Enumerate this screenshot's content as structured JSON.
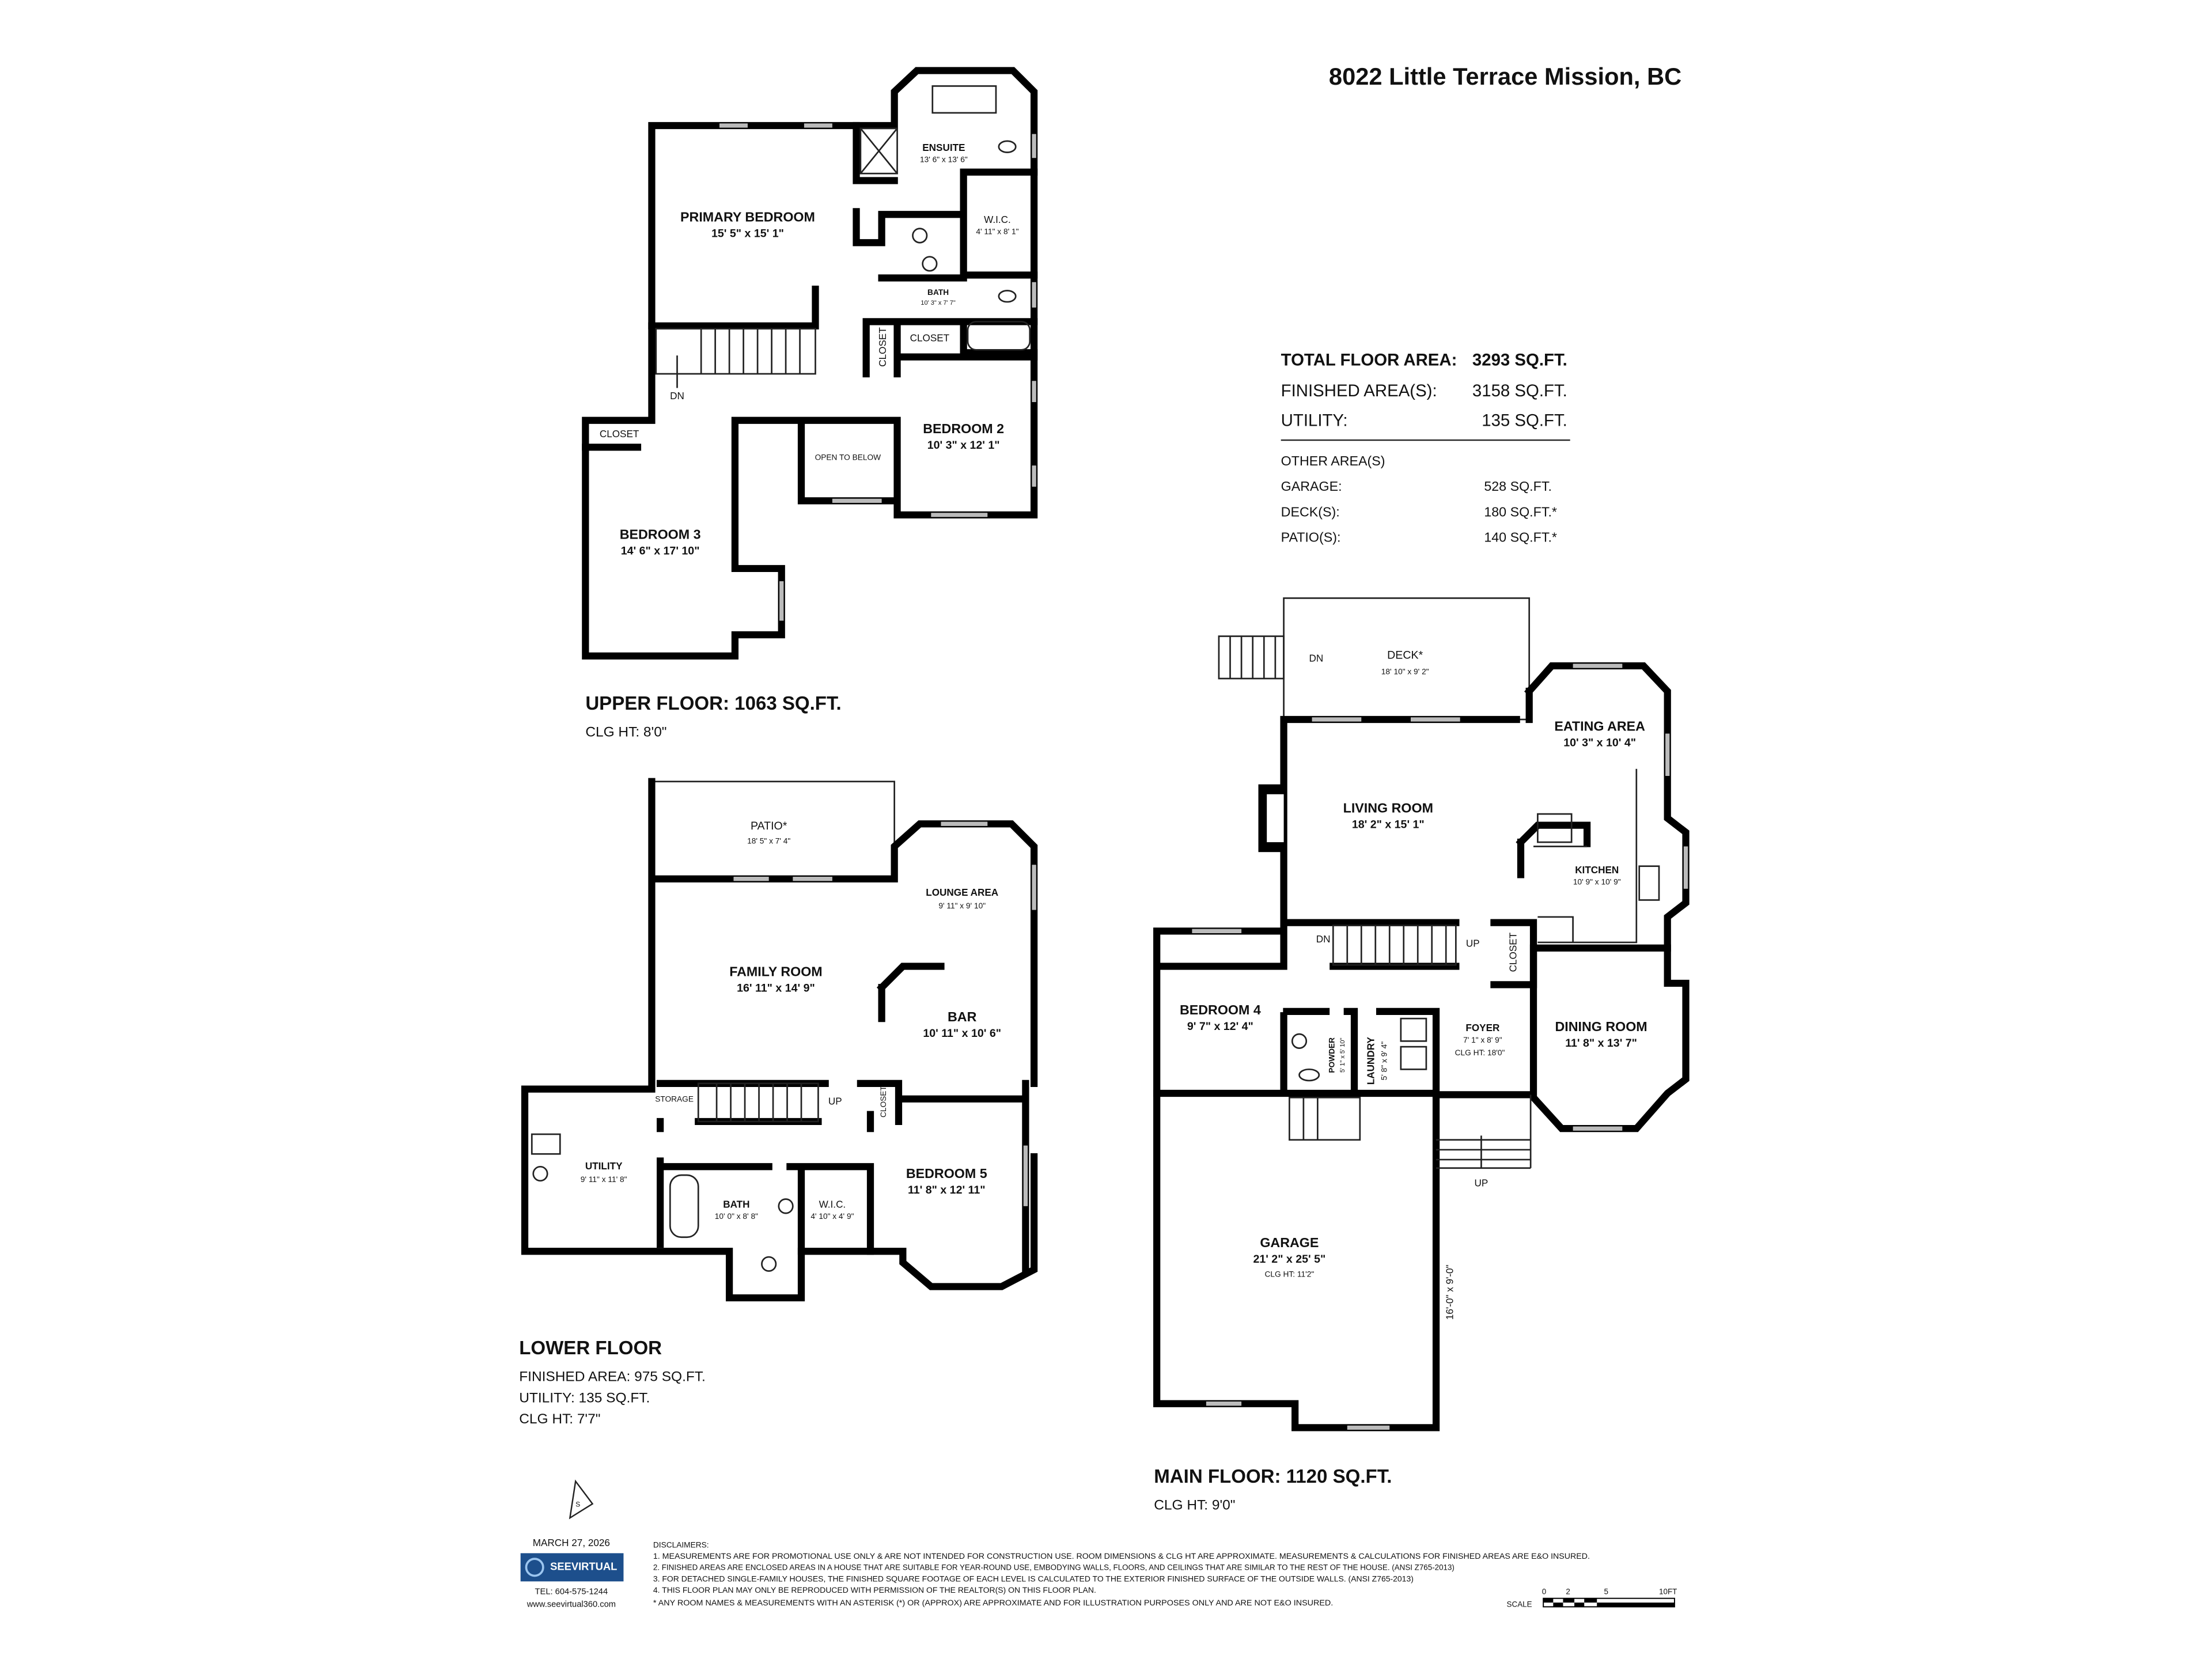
{
  "title": "8022 Little Terrace Mission, BC",
  "summary": {
    "total_label": "TOTAL FLOOR AREA:",
    "total_value": "3293 SQ.FT.",
    "finished_label": "FINISHED AREA(S):",
    "finished_value": "3158 SQ.FT.",
    "utility_label": "UTILITY:",
    "utility_value": "135 SQ.FT.",
    "other_heading": "OTHER AREA(S)",
    "garage_label": "GARAGE:",
    "garage_value": "528 SQ.FT.",
    "deck_label": "DECK(S):",
    "deck_value": "180 SQ.FT.*",
    "patio_label": "PATIO(S):",
    "patio_value": "140 SQ.FT.*"
  },
  "upper": {
    "heading": "UPPER FLOOR: 1063 SQ.FT.",
    "clg": "CLG HT: 8'0\"",
    "rooms": {
      "ensuite": {
        "name": "ENSUITE",
        "dims": "13' 6\" x 13' 6\""
      },
      "primary": {
        "name": "PRIMARY BEDROOM",
        "dims": "15' 5\" x 15' 1\""
      },
      "wic": {
        "name": "W.I.C.",
        "dims": "4' 11\" x 8' 1\""
      },
      "bath": {
        "name": "BATH",
        "dims": "10' 3\" x 7' 7\""
      },
      "bedroom2": {
        "name": "BEDROOM 2",
        "dims": "10' 3\" x 12' 1\""
      },
      "bedroom3": {
        "name": "BEDROOM 3",
        "dims": "14' 6\" x 17' 10\""
      }
    },
    "labels": {
      "closet_a": "CLOSET",
      "closet_b": "CLOSET",
      "closet_c": "CLOSET",
      "dn": "DN",
      "open": "OPEN TO BELOW"
    }
  },
  "lower": {
    "heading": "LOWER FLOOR",
    "finished": "FINISHED AREA: 975 SQ.FT.",
    "utility": "UTILITY: 135 SQ.FT.",
    "clg": "CLG HT: 7'7\"",
    "rooms": {
      "patio": {
        "name": "PATIO*",
        "dims": "18' 5\" x 7' 4\""
      },
      "lounge": {
        "name": "LOUNGE AREA",
        "dims": "9' 11\" x 9' 10\""
      },
      "family": {
        "name": "FAMILY ROOM",
        "dims": "16' 11\" x 14' 9\""
      },
      "bar": {
        "name": "BAR",
        "dims": "10' 11\" x 10' 6\""
      },
      "utility": {
        "name": "UTILITY",
        "dims": "9' 11\" x 11' 8\""
      },
      "bath": {
        "name": "BATH",
        "dims": "10' 0\" x 8' 8\""
      },
      "wic": {
        "name": "W.I.C.",
        "dims": "4' 10\" x 4' 9\""
      },
      "bedroom5": {
        "name": "BEDROOM 5",
        "dims": "11' 8\" x 12' 11\""
      }
    },
    "labels": {
      "storage": "STORAGE",
      "up": "UP",
      "closet": "CLOSET"
    }
  },
  "main": {
    "heading": "MAIN FLOOR: 1120 SQ.FT.",
    "clg": "CLG HT: 9'0\"",
    "rooms": {
      "deck": {
        "name": "DECK*",
        "dims": "18' 10\" x 9' 2\""
      },
      "eating": {
        "name": "EATING AREA",
        "dims": "10' 3\" x 10' 4\""
      },
      "living": {
        "name": "LIVING ROOM",
        "dims": "18' 2\" x 15' 1\""
      },
      "kitchen": {
        "name": "KITCHEN",
        "dims": "10' 9\" x 10' 9\""
      },
      "bedroom4": {
        "name": "BEDROOM 4",
        "dims": "9' 7\" x 12' 4\""
      },
      "powder": {
        "name": "POWDER",
        "dims": "5' 1\" x 5' 10\""
      },
      "laundry": {
        "name": "LAUNDRY",
        "dims": "5' 8\" x 9' 4\""
      },
      "foyer": {
        "name": "FOYER",
        "dims": "7' 1\" x 8' 9\"",
        "clg": "CLG HT: 18'0\""
      },
      "dining": {
        "name": "DINING ROOM",
        "dims": "11' 8\" x 13' 7\""
      },
      "garage": {
        "name": "GARAGE",
        "dims": "21' 2\" x 25' 5\"",
        "clg": "CLG HT:  11'2\""
      }
    },
    "labels": {
      "deck_dn": "DN",
      "dn": "DN",
      "up": "UP",
      "closet": "CLOSET",
      "front_up": "UP",
      "garage_door": "16'-0\" x 9'-0\""
    }
  },
  "footer": {
    "date": "MARCH 27, 2026",
    "logo_text": "SEEVIRTUAL",
    "tel": "TEL: 604-575-1244",
    "web": "www.seevirtual360.com",
    "compass_letter": "S",
    "disclaimer_heading": "DISCLAIMERS:",
    "disclaimers": [
      "1. MEASUREMENTS ARE FOR PROMOTIONAL USE ONLY & ARE NOT INTENDED FOR CONSTRUCTION USE. ROOM DIMENSIONS & CLG HT ARE APPROXIMATE. MEASUREMENTS & CALCULATIONS FOR FINISHED AREAS ARE E&O INSURED.",
      "2. FINISHED AREAS ARE ENCLOSED AREAS IN A HOUSE THAT ARE SUITABLE FOR YEAR-ROUND USE, EMBODYING WALLS, FLOORS, AND CEILINGS THAT ARE SIMILAR TO THE REST OF THE HOUSE. (ANSI Z765-2013)",
      "3. FOR DETACHED SINGLE-FAMILY HOUSES, THE FINISHED SQUARE FOOTAGE OF EACH LEVEL IS CALCULATED TO THE EXTERIOR FINISHED SURFACE OF THE OUTSIDE WALLS. (ANSI Z765-2013)",
      "4. THIS FLOOR PLAN MAY ONLY BE REPRODUCED WITH PERMISSION OF THE REALTOR(S) ON THIS FLOOR PLAN.",
      "* ANY ROOM NAMES & MEASUREMENTS WITH AN ASTERISK (*) OR (APPROX) ARE APPROXIMATE AND FOR ILLUSTRATION PURPOSES ONLY AND ARE NOT E&O INSURED."
    ],
    "scale": {
      "label": "SCALE",
      "ticks": [
        "0",
        "2",
        "5",
        "10FT"
      ]
    }
  },
  "colors": {
    "walls": "#000000",
    "logo_bg": "#1d4f8c"
  }
}
